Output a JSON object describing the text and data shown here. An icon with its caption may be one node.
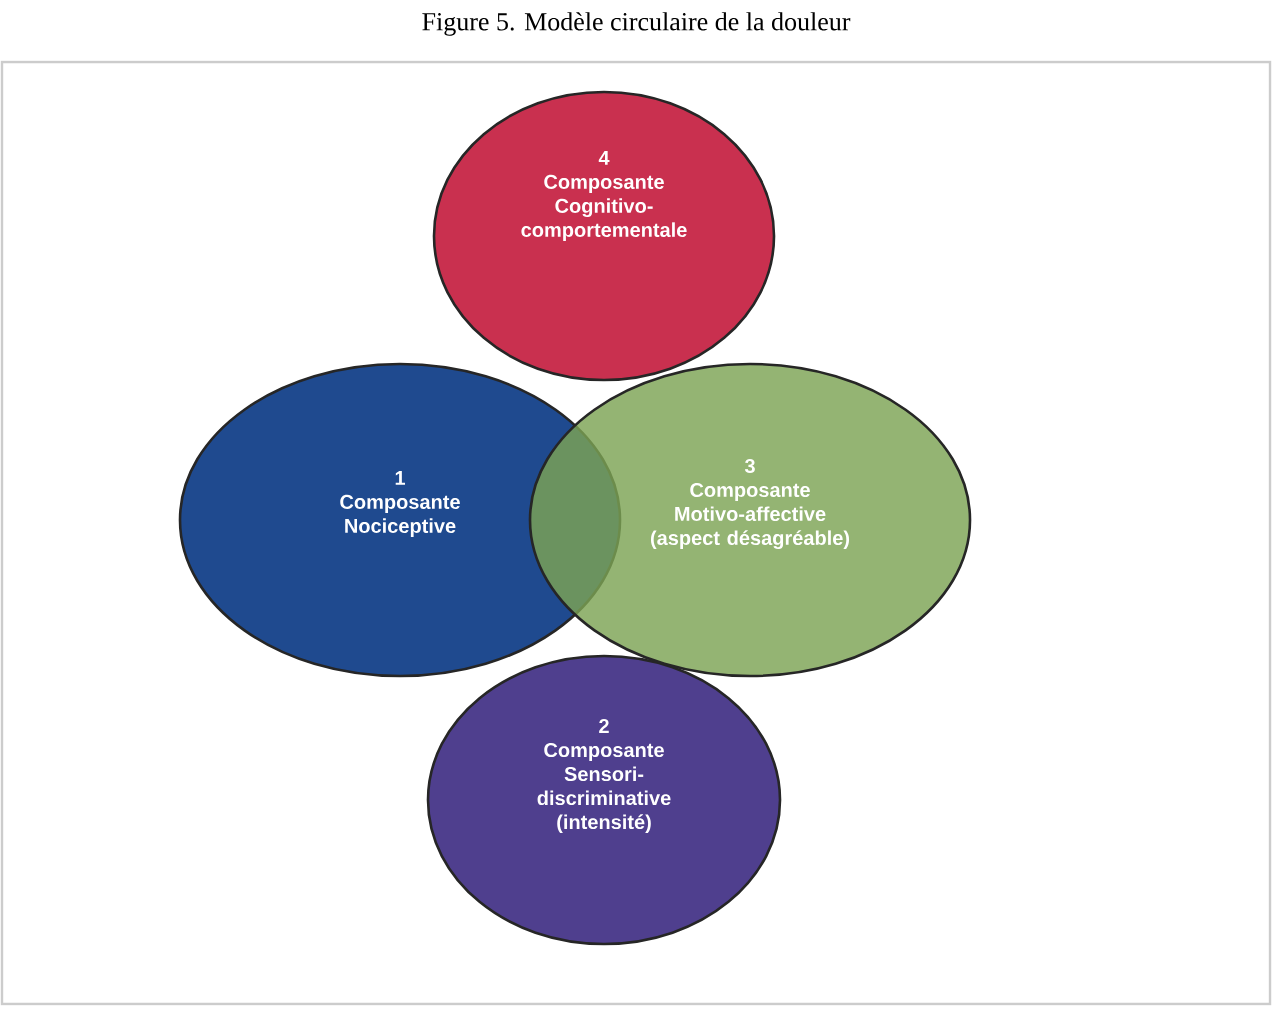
{
  "diagram": {
    "title": "Figure 5. Modèle circulaire de la douleur",
    "nodes": [
      {
        "text": [
          "4",
          "Composante Cognitivo-comportementale"
        ]
      },
      {
        "text": [
          "1",
          "Composante Nociceptive"
        ]
      },
      {
        "text": [
          "3",
          "Composante Motivo-affective",
          "(aspect désagréable)"
        ]
      },
      {
        "text": [
          "2",
          "Composante Sensori-discriminative",
          "(intensité)"
        ]
      }
    ],
    "edges": []
  }
}
